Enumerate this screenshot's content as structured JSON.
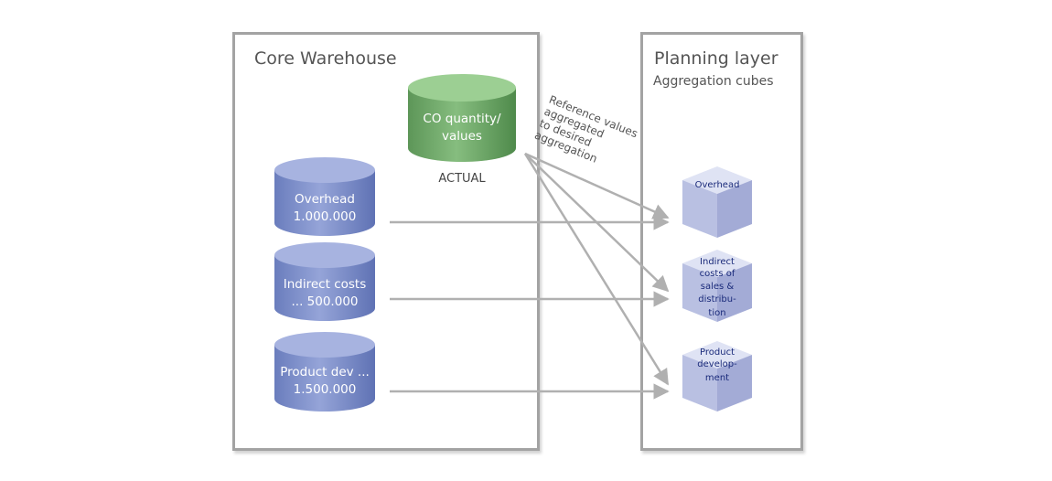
{
  "core_warehouse": {
    "title": "Core Warehouse",
    "co_source": {
      "lines": [
        "CO quantity/",
        "values"
      ],
      "caption": "ACTUAL",
      "color": "#6fa86a"
    },
    "sources": [
      {
        "lines": [
          "Overhead",
          "1.000.000"
        ]
      },
      {
        "lines": [
          "Indirect costs",
          "... 500.000"
        ]
      },
      {
        "lines": [
          "Product dev ...",
          "1.500.000"
        ]
      }
    ],
    "source_color": "#7d8fc8"
  },
  "planning_layer": {
    "title": "Planning layer",
    "subtitle": "Aggregation cubes",
    "cubes": [
      {
        "lines": [
          "Overhead"
        ]
      },
      {
        "lines": [
          "Indirect",
          "costs of",
          "sales &",
          "distribu-",
          "tion"
        ]
      },
      {
        "lines": [
          "Product",
          "develop-",
          "ment"
        ]
      }
    ],
    "cube_color": "#c5cbe8"
  },
  "reference_note": {
    "lines": [
      "Reference values",
      "aggregated",
      "to desired",
      "aggregation"
    ]
  },
  "colors": {
    "arrow": "#b0b0b0",
    "panel_border": "#a3a3a3"
  }
}
